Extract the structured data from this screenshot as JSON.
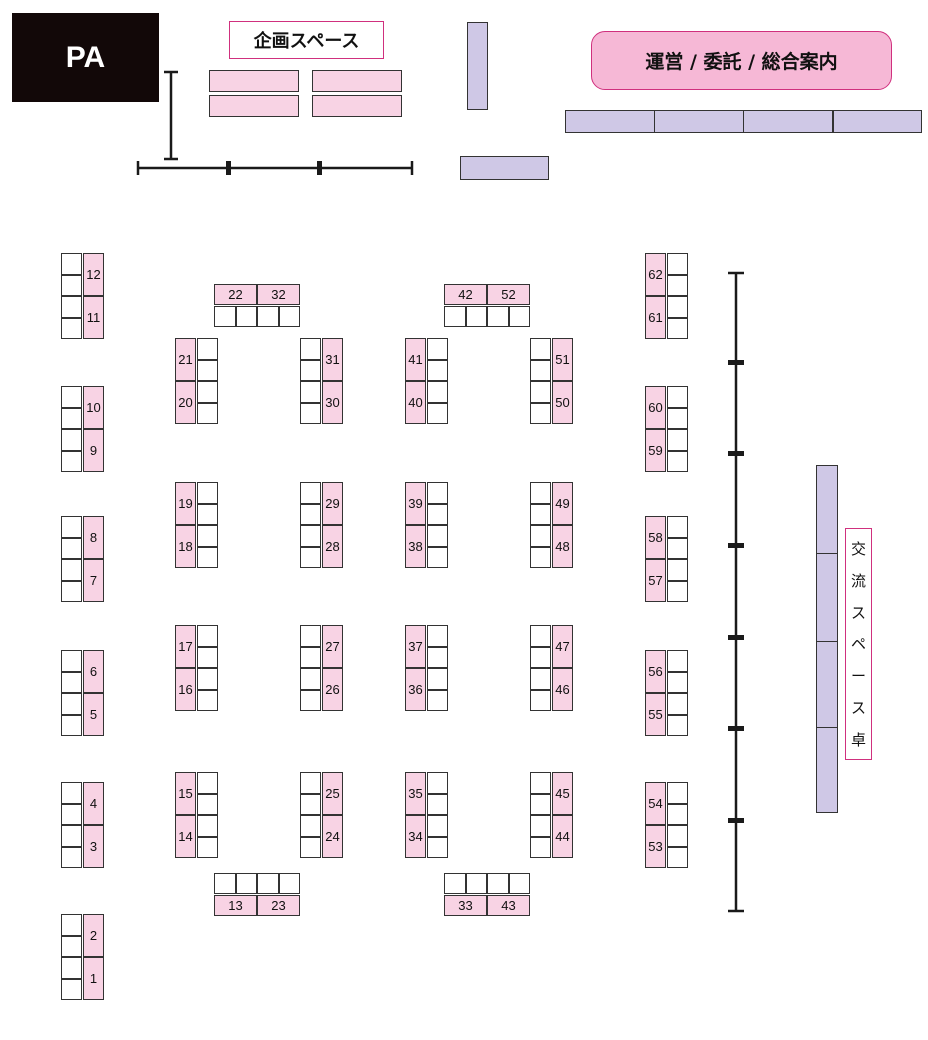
{
  "header": {
    "pa_label": "PA",
    "planning_space_label": "企画スペース",
    "info_desk_label": "運営 / 委託 / 総合案内"
  },
  "exchange_desk_label": [
    "交",
    "流",
    "ス",
    "ペ",
    "ー",
    "ス",
    "卓"
  ],
  "colors": {
    "booth_numbered": "#f8d3e4",
    "booth_blank": "#ffffff",
    "staff_table": "#cfc8e6",
    "label_border": "#d0307e",
    "pa_block": "#120808"
  },
  "booths": {
    "left_column": [
      {
        "top": "12",
        "bottom": "11"
      },
      {
        "top": "10",
        "bottom": "9"
      },
      {
        "top": "8",
        "bottom": "7"
      },
      {
        "top": "6",
        "bottom": "5"
      },
      {
        "top": "4",
        "bottom": "3"
      },
      {
        "top": "2",
        "bottom": "1"
      }
    ],
    "col_a": [
      {
        "top": "21",
        "bottom": "20"
      },
      {
        "top": "19",
        "bottom": "18"
      },
      {
        "top": "17",
        "bottom": "16"
      },
      {
        "top": "15",
        "bottom": "14"
      }
    ],
    "col_b": [
      {
        "top": "31",
        "bottom": "30"
      },
      {
        "top": "29",
        "bottom": "28"
      },
      {
        "top": "27",
        "bottom": "26"
      },
      {
        "top": "25",
        "bottom": "24"
      }
    ],
    "col_c": [
      {
        "top": "41",
        "bottom": "40"
      },
      {
        "top": "39",
        "bottom": "38"
      },
      {
        "top": "37",
        "bottom": "36"
      },
      {
        "top": "35",
        "bottom": "34"
      }
    ],
    "col_d": [
      {
        "top": "51",
        "bottom": "50"
      },
      {
        "top": "49",
        "bottom": "48"
      },
      {
        "top": "47",
        "bottom": "46"
      },
      {
        "top": "45",
        "bottom": "44"
      }
    ],
    "right_column": [
      {
        "top": "62",
        "bottom": "61"
      },
      {
        "top": "60",
        "bottom": "59"
      },
      {
        "top": "58",
        "bottom": "57"
      },
      {
        "top": "56",
        "bottom": "55"
      },
      {
        "top": "54",
        "bottom": "53"
      }
    ],
    "top_pairs": [
      {
        "left": "22",
        "right": "32"
      },
      {
        "left": "42",
        "right": "52"
      }
    ],
    "bottom_pairs": [
      {
        "left": "13",
        "right": "23"
      },
      {
        "left": "33",
        "right": "43"
      }
    ]
  }
}
